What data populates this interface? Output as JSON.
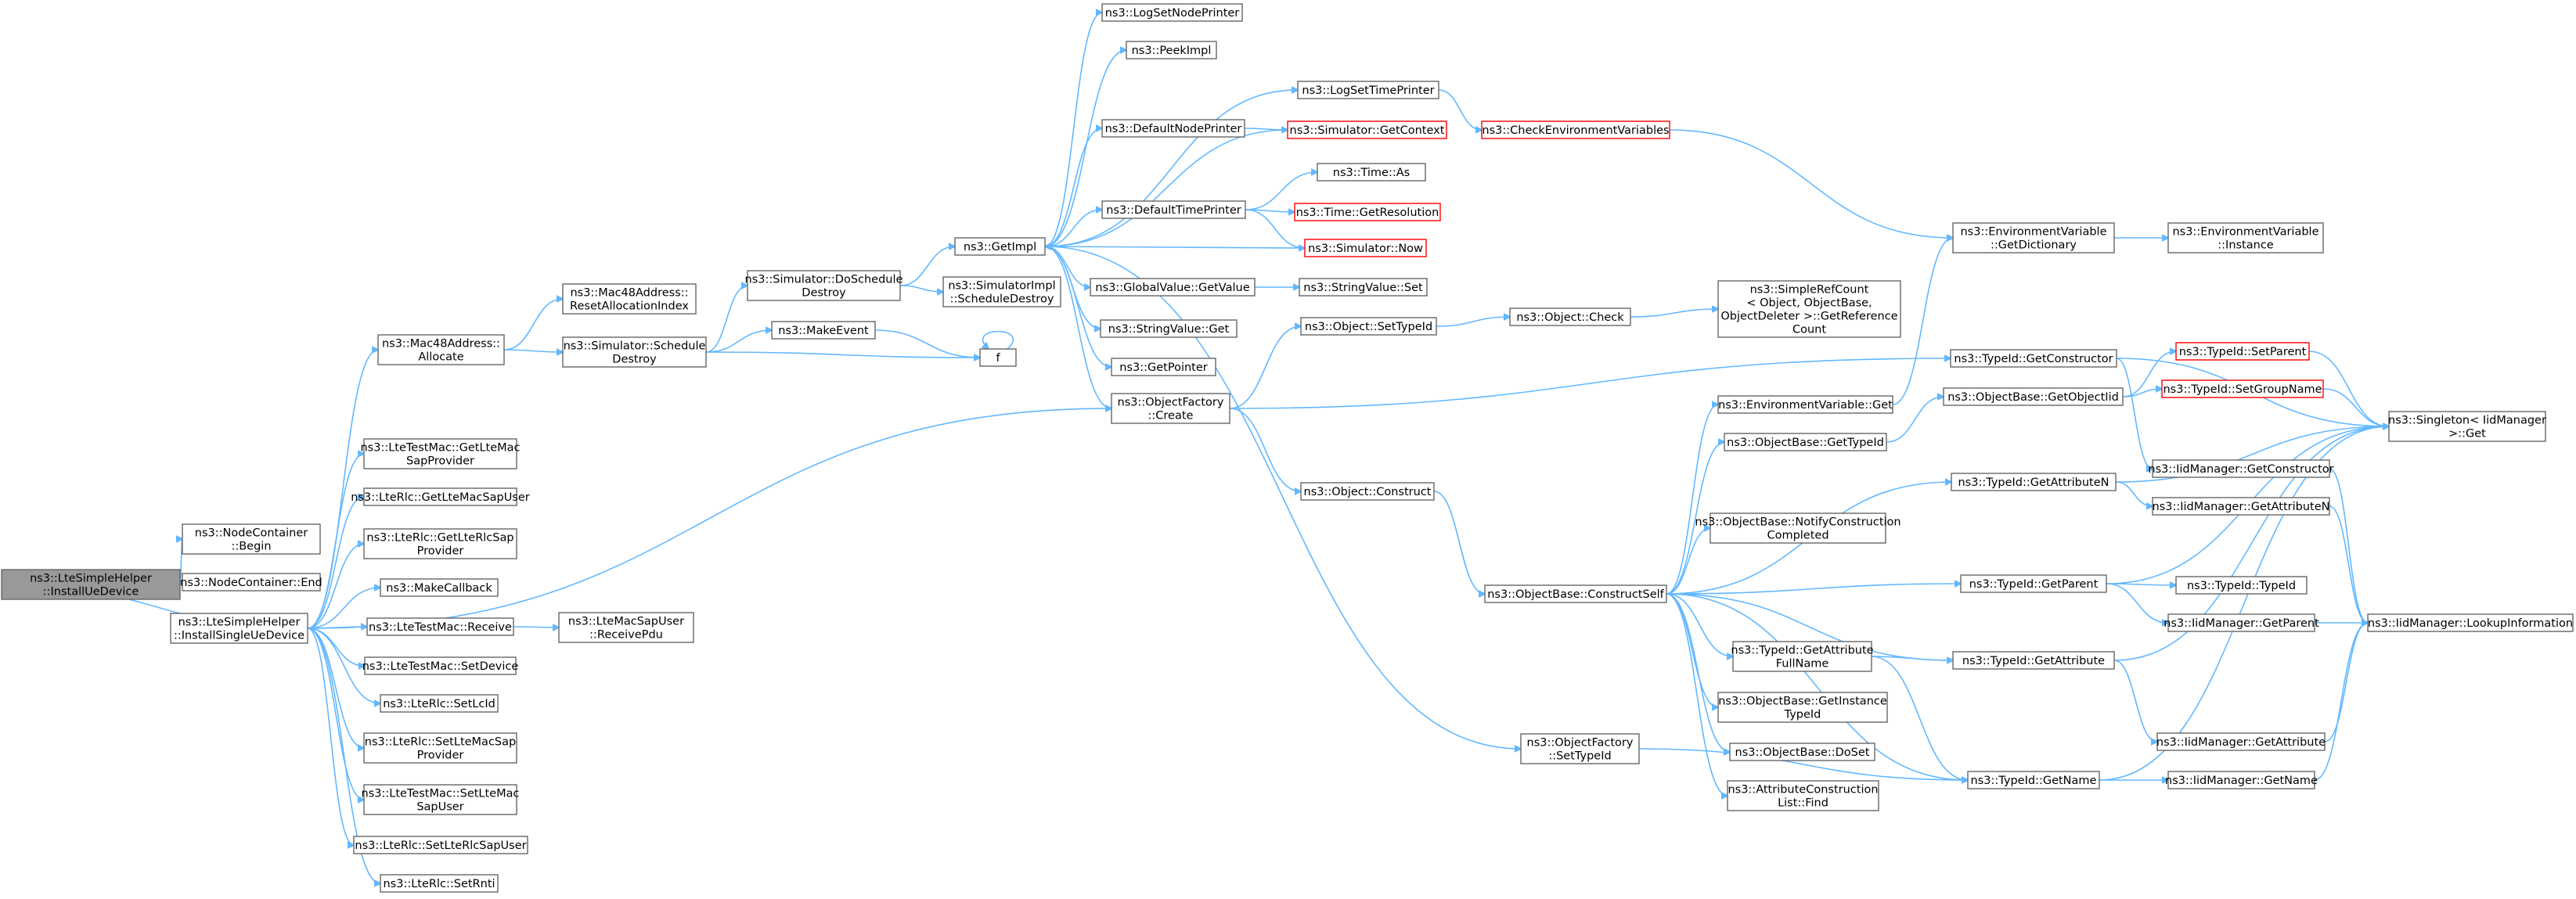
{
  "nodes": [
    {
      "id": "root",
      "lines": [
        "ns3::LteSimpleHelper",
        "::InstallUeDevice"
      ]
    },
    {
      "id": "ncbegin",
      "lines": [
        "ns3::NodeContainer",
        "::Begin"
      ]
    },
    {
      "id": "ncend",
      "lines": [
        "ns3::NodeContainer::End"
      ]
    },
    {
      "id": "install",
      "lines": [
        "ns3::LteSimpleHelper",
        "::InstallSingleUeDevice"
      ]
    },
    {
      "id": "allocate",
      "lines": [
        "ns3::Mac48Address::",
        "Allocate"
      ]
    },
    {
      "id": "gettestsap",
      "lines": [
        "ns3::LteTestMac::GetLteMac",
        "SapProvider"
      ]
    },
    {
      "id": "getmacsapuser",
      "lines": [
        "ns3::LteRlc::GetLteMacSapUser"
      ]
    },
    {
      "id": "getrlcsap",
      "lines": [
        "ns3::LteRlc::GetLteRlcSap",
        "Provider"
      ]
    },
    {
      "id": "makecallback",
      "lines": [
        "ns3::MakeCallback"
      ]
    },
    {
      "id": "receive",
      "lines": [
        "ns3::LteTestMac::Receive"
      ]
    },
    {
      "id": "receivepdu",
      "lines": [
        "ns3::LteMacSapUser",
        "::ReceivePdu"
      ]
    },
    {
      "id": "setdevice",
      "lines": [
        "ns3::LteTestMac::SetDevice"
      ]
    },
    {
      "id": "setlcid",
      "lines": [
        "ns3::LteRlc::SetLcId"
      ]
    },
    {
      "id": "setmacsapprov",
      "lines": [
        "ns3::LteRlc::SetLteMacSap",
        "Provider"
      ]
    },
    {
      "id": "setmacsapuser",
      "lines": [
        "ns3::LteTestMac::SetLteMac",
        "SapUser"
      ]
    },
    {
      "id": "setrlcsapuser",
      "lines": [
        "ns3::LteRlc::SetLteRlcSapUser"
      ]
    },
    {
      "id": "setrnti",
      "lines": [
        "ns3::LteRlc::SetRnti"
      ]
    },
    {
      "id": "resetalloc",
      "lines": [
        "ns3::Mac48Address::",
        "ResetAllocationIndex"
      ]
    },
    {
      "id": "schedDestroy",
      "lines": [
        "ns3::Simulator::Schedule",
        "Destroy"
      ]
    },
    {
      "id": "doSchedDestroy",
      "lines": [
        "ns3::Simulator::DoSchedule",
        "Destroy"
      ]
    },
    {
      "id": "makeevent",
      "lines": [
        "ns3::MakeEvent"
      ]
    },
    {
      "id": "implSchedDestroy",
      "lines": [
        "ns3::SimulatorImpl",
        "::ScheduleDestroy"
      ]
    },
    {
      "id": "f",
      "lines": [
        "f"
      ]
    },
    {
      "id": "getimpl",
      "lines": [
        "ns3::GetImpl"
      ]
    },
    {
      "id": "logsetnode",
      "lines": [
        "ns3::LogSetNodePrinter"
      ]
    },
    {
      "id": "peekimpl",
      "lines": [
        "ns3::PeekImpl"
      ]
    },
    {
      "id": "logsettime",
      "lines": [
        "ns3::LogSetTimePrinter"
      ]
    },
    {
      "id": "defnodeprinter",
      "lines": [
        "ns3::DefaultNodePrinter"
      ]
    },
    {
      "id": "simgetctx",
      "lines": [
        "ns3::Simulator::GetContext"
      ],
      "red": true
    },
    {
      "id": "checkenv",
      "lines": [
        "ns3::CheckEnvironmentVariables"
      ],
      "red": true
    },
    {
      "id": "timeas",
      "lines": [
        "ns3::Time::As"
      ]
    },
    {
      "id": "deftimeprinter",
      "lines": [
        "ns3::DefaultTimePrinter"
      ]
    },
    {
      "id": "timegetres",
      "lines": [
        "ns3::Time::GetResolution"
      ],
      "red": true
    },
    {
      "id": "simnow",
      "lines": [
        "ns3::Simulator::Now"
      ],
      "red": true
    },
    {
      "id": "gvgetvalue",
      "lines": [
        "ns3::GlobalValue::GetValue"
      ]
    },
    {
      "id": "strvalset",
      "lines": [
        "ns3::StringValue::Set"
      ]
    },
    {
      "id": "strvalget",
      "lines": [
        "ns3::StringValue::Get"
      ]
    },
    {
      "id": "getpointer",
      "lines": [
        "ns3::GetPointer"
      ]
    },
    {
      "id": "ofcreate",
      "lines": [
        "ns3::ObjectFactory",
        "::Create"
      ]
    },
    {
      "id": "objsettypeid",
      "lines": [
        "ns3::Object::SetTypeId"
      ]
    },
    {
      "id": "objcheck",
      "lines": [
        "ns3::Object::Check"
      ]
    },
    {
      "id": "simplerefcount",
      "lines": [
        "ns3::SimpleRefCount",
        "< Object, ObjectBase,",
        "ObjectDeleter >::GetReference",
        "Count"
      ]
    },
    {
      "id": "objconstruct",
      "lines": [
        "ns3::Object::Construct"
      ]
    },
    {
      "id": "ofsettypeid",
      "lines": [
        "ns3::ObjectFactory",
        "::SetTypeId"
      ]
    },
    {
      "id": "envget",
      "lines": [
        "ns3::EnvironmentVariable::Get"
      ]
    },
    {
      "id": "envgetdict",
      "lines": [
        "ns3::EnvironmentVariable",
        "::GetDictionary"
      ]
    },
    {
      "id": "envinstance",
      "lines": [
        "ns3::EnvironmentVariable",
        "::Instance"
      ]
    },
    {
      "id": "obgettypeid",
      "lines": [
        "ns3::ObjectBase::GetTypeId"
      ]
    },
    {
      "id": "constructself",
      "lines": [
        "ns3::ObjectBase::ConstructSelf"
      ]
    },
    {
      "id": "notifyconstr",
      "lines": [
        "ns3::ObjectBase::NotifyConstruction",
        "Completed"
      ]
    },
    {
      "id": "tidgetattrfull",
      "lines": [
        "ns3::TypeId::GetAttribute",
        "FullName"
      ]
    },
    {
      "id": "obgetinstance",
      "lines": [
        "ns3::ObjectBase::GetInstance",
        "TypeId"
      ]
    },
    {
      "id": "obdoset",
      "lines": [
        "ns3::ObjectBase::DoSet"
      ]
    },
    {
      "id": "acllfind",
      "lines": [
        "ns3::AttributeConstruction",
        "List::Find"
      ]
    },
    {
      "id": "tidgetconstr",
      "lines": [
        "ns3::TypeId::GetConstructor"
      ]
    },
    {
      "id": "obgetobjtid",
      "lines": [
        "ns3::ObjectBase::GetObjectIid"
      ]
    },
    {
      "id": "tidgetattrn",
      "lines": [
        "ns3::TypeId::GetAttributeN"
      ]
    },
    {
      "id": "tidgetparent",
      "lines": [
        "ns3::TypeId::GetParent"
      ]
    },
    {
      "id": "tidgetattr",
      "lines": [
        "ns3::TypeId::GetAttribute"
      ]
    },
    {
      "id": "tidgetname",
      "lines": [
        "ns3::TypeId::GetName"
      ]
    },
    {
      "id": "tidsetparent",
      "lines": [
        "ns3::TypeId::SetParent"
      ],
      "red": true
    },
    {
      "id": "tidsetgroup",
      "lines": [
        "ns3::TypeId::SetGroupName"
      ],
      "red": true
    },
    {
      "id": "iidgetconstr",
      "lines": [
        "ns3::IidManager::GetConstructor"
      ]
    },
    {
      "id": "iidgetattrn",
      "lines": [
        "ns3::IidManager::GetAttributeN"
      ]
    },
    {
      "id": "tidtypeid",
      "lines": [
        "ns3::TypeId::TypeId"
      ]
    },
    {
      "id": "iidgetparent",
      "lines": [
        "ns3::IidManager::GetParent"
      ]
    },
    {
      "id": "iidgetattr",
      "lines": [
        "ns3::IidManager::GetAttribute"
      ]
    },
    {
      "id": "iidgetname",
      "lines": [
        "ns3::IidManager::GetName"
      ]
    },
    {
      "id": "singletonget",
      "lines": [
        "ns3::Singleton< IidManager",
        ">::Get"
      ]
    },
    {
      "id": "iidlookup",
      "lines": [
        "ns3::IidManager::LookupInformation"
      ]
    }
  ]
}
